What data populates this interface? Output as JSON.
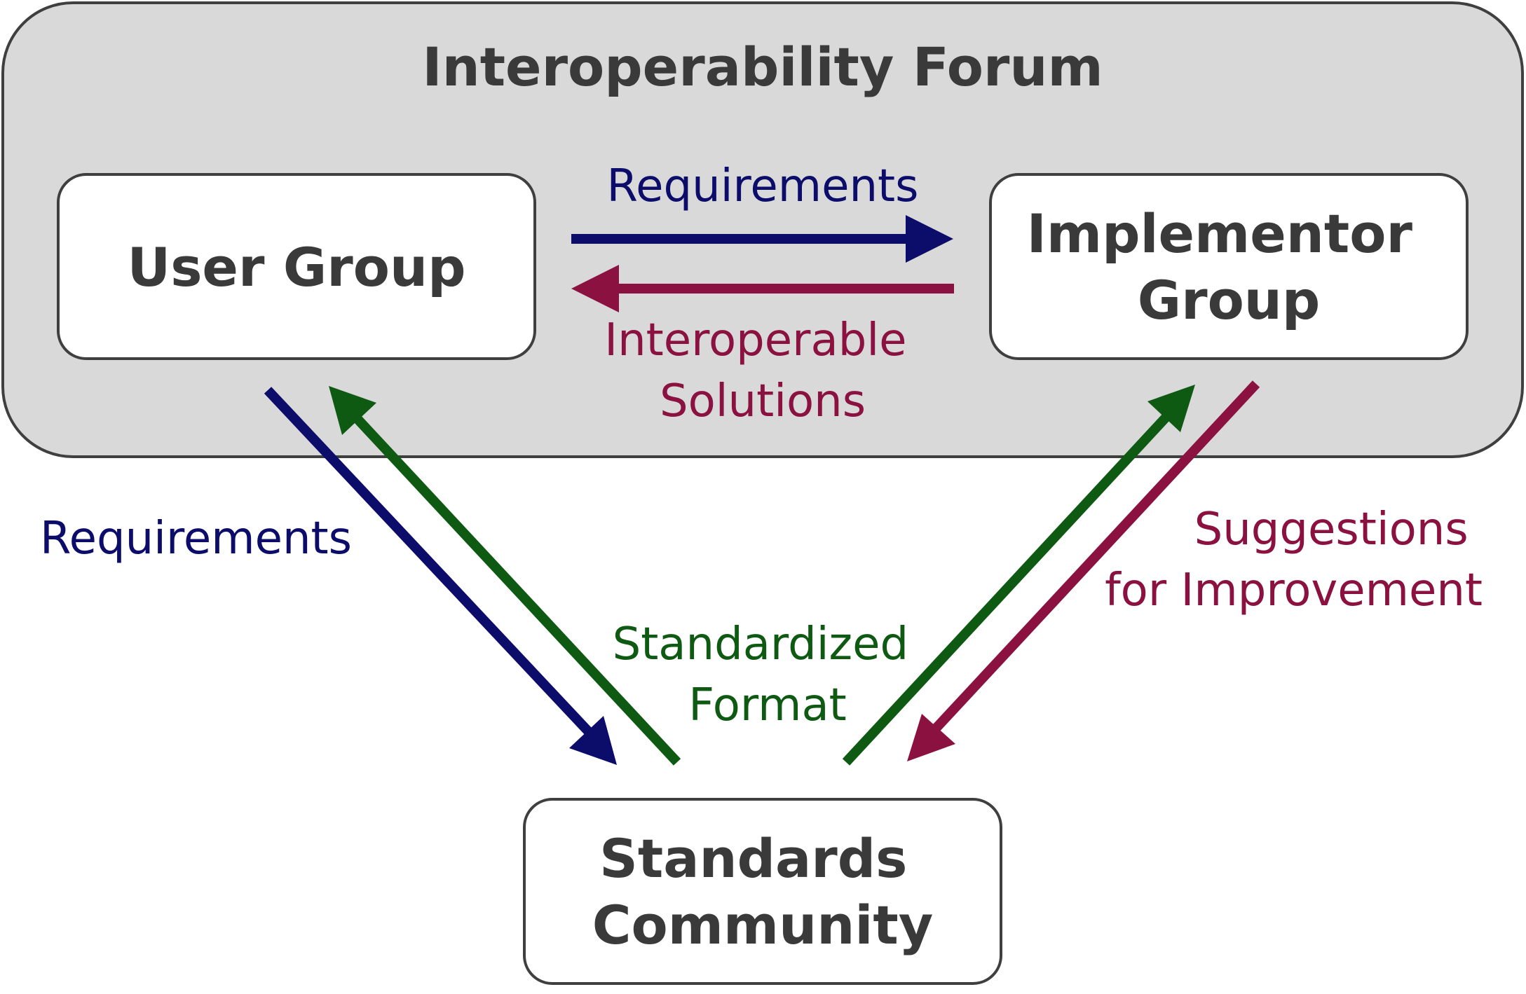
{
  "forum": {
    "title": "Interoperability Forum",
    "fill": "#d9d9d9",
    "stroke": "#3f3f3f"
  },
  "nodes": {
    "user_group": {
      "lines": [
        "User Group"
      ]
    },
    "implementor_group": {
      "lines": [
        "Implementor",
        "Group"
      ]
    },
    "standards_community": {
      "lines": [
        "Standards",
        "Community"
      ]
    }
  },
  "edges": {
    "user_to_implementor": {
      "lines": [
        "Requirements"
      ],
      "color": "#0c0c6b"
    },
    "implementor_to_user": {
      "lines": [
        "Interoperable",
        "Solutions"
      ],
      "color": "#8b1240"
    },
    "user_to_standards": {
      "lines": [
        "Requirements"
      ],
      "color": "#0c0c6b"
    },
    "standards_to_user": {
      "lines": [
        "Standardized",
        "Format"
      ],
      "color": "#0e5a12"
    },
    "standards_to_implementor": {
      "lines": [],
      "color": "#0e5a12"
    },
    "implementor_to_standards": {
      "lines": [
        "Suggestions",
        "for Improvement"
      ],
      "color": "#8b1240"
    }
  }
}
